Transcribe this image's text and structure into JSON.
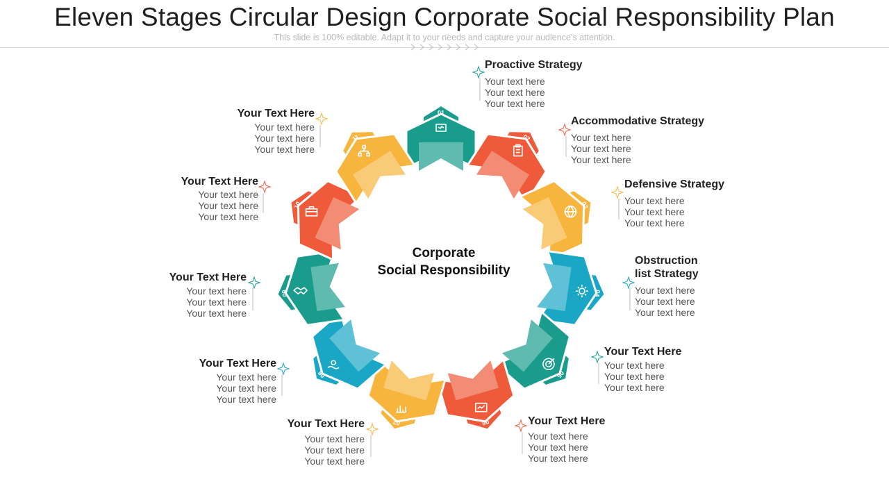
{
  "header": {
    "title": "Eleven Stages Circular Design Corporate Social Responsibility Plan",
    "subtitle": "This slide is 100% editable. Adapt it to your needs and capture your audience’s attention."
  },
  "center": {
    "line1": "Corporate",
    "line2": "Social Responsibility"
  },
  "colors": {
    "teal": "#1a9c8c",
    "orange": "#ee5a3a",
    "yellow": "#f7b53d",
    "blue": "#1aa6c5"
  },
  "stages": [
    {
      "num": "01",
      "color": "#1a9c8c",
      "icon": "presentation-board-icon",
      "title": "Proactive Strategy",
      "lines": [
        "Your text here",
        "Your text here",
        "Your text here"
      ]
    },
    {
      "num": "02",
      "color": "#ee5a3a",
      "icon": "clipboard-icon",
      "title": "Accommodative Strategy",
      "lines": [
        "Your text here",
        "Your text here",
        "Your text here"
      ]
    },
    {
      "num": "03",
      "color": "#f7b53d",
      "icon": "globe-icon",
      "title": "Defensive Strategy",
      "lines": [
        "Your text here",
        "Your text here",
        "Your text here"
      ]
    },
    {
      "num": "04",
      "color": "#1aa6c5",
      "icon": "gear-icon",
      "title": "Obstruction list Strategy",
      "lines": [
        "Your text here",
        "Your text here",
        "Your text here"
      ]
    },
    {
      "num": "05",
      "color": "#1a9c8c",
      "icon": "target-icon",
      "title": "Your Text Here",
      "lines": [
        "Your text here",
        "Your text here",
        "Your text here"
      ]
    },
    {
      "num": "06",
      "color": "#ee5a3a",
      "icon": "dashboard-icon",
      "title": "Your Text Here",
      "lines": [
        "Your text here",
        "Your text here",
        "Your text here"
      ]
    },
    {
      "num": "07",
      "color": "#f7b53d",
      "icon": "bar-chart-icon",
      "title": "Your Text Here",
      "lines": [
        "Your text here",
        "Your text here",
        "Your text here"
      ]
    },
    {
      "num": "08",
      "color": "#1aa6c5",
      "icon": "hand-gear-icon",
      "title": "Your Text Here",
      "lines": [
        "Your text here",
        "Your text here",
        "Your text here"
      ]
    },
    {
      "num": "09",
      "color": "#1a9c8c",
      "icon": "handshake-icon",
      "title": "Your Text Here",
      "lines": [
        "Your text here",
        "Your text here",
        "Your text here"
      ]
    },
    {
      "num": "10",
      "color": "#ee5a3a",
      "icon": "briefcase-icon",
      "title": "Your Text Here",
      "lines": [
        "Your text here",
        "Your text here",
        "Your text here"
      ]
    },
    {
      "num": "11",
      "color": "#f7b53d",
      "icon": "org-chart-icon",
      "title": "Your Text Here",
      "lines": [
        "Your text here",
        "Your text here",
        "Your text here"
      ]
    }
  ]
}
